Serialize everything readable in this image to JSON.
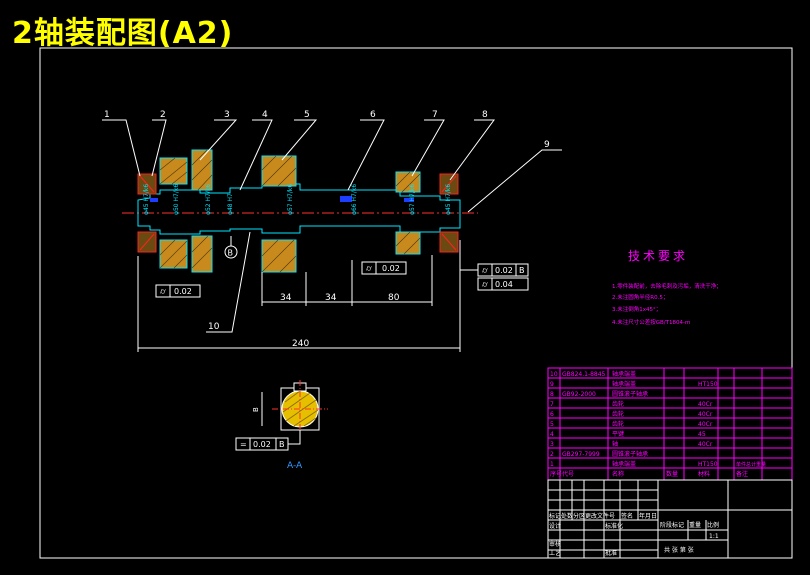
{
  "title": "2轴装配图(A2)",
  "balloons": [
    "1",
    "2",
    "3",
    "4",
    "5",
    "6",
    "7",
    "8",
    "9",
    "10"
  ],
  "dimensions": {
    "d34a": "34",
    "d34b": "34",
    "d80": "80",
    "d240": "240"
  },
  "tolerances": {
    "tol1": "0.02",
    "tol2": "0.02",
    "tol3": "0.02",
    "tol4": "0.04",
    "tol5": "0.02"
  },
  "datum": {
    "b": "B",
    "b2": "B"
  },
  "section_label": "A-A",
  "tech_requirements": {
    "heading": "技术要求",
    "items": [
      "1.零件装配前，去除毛刺及污垢，清洗干净；",
      "2.未注圆角半径R0.5；",
      "3.未注倒角1x45°；",
      "4.未注尺寸公差按GB/T1804-m"
    ]
  },
  "parts_table": {
    "rows": [
      {
        "no": "10",
        "code": "GB824.1-8845",
        "name": "轴承端盖",
        "qty": "",
        "material": "",
        "note": ""
      },
      {
        "no": "9",
        "code": "",
        "name": "轴承端盖",
        "qty": "",
        "material": "HT150",
        "note": ""
      },
      {
        "no": "8",
        "code": "GB92-2000",
        "name": "圆锥滚子轴承",
        "qty": "",
        "material": "",
        "note": ""
      },
      {
        "no": "7",
        "code": "",
        "name": "齿轮",
        "qty": "",
        "material": "40Cr",
        "note": ""
      },
      {
        "no": "6",
        "code": "",
        "name": "齿轮",
        "qty": "",
        "material": "40Cr",
        "note": ""
      },
      {
        "no": "5",
        "code": "",
        "name": "齿轮",
        "qty": "",
        "material": "40Cr",
        "note": ""
      },
      {
        "no": "4",
        "code": "",
        "name": "平键",
        "qty": "",
        "material": "45",
        "note": ""
      },
      {
        "no": "3",
        "code": "",
        "name": "轴",
        "qty": "",
        "material": "40Cr",
        "note": ""
      },
      {
        "no": "2",
        "code": "GB297-7999",
        "name": "圆锥滚子轴承",
        "qty": "",
        "material": "",
        "note": ""
      },
      {
        "no": "1",
        "code": "",
        "name": "轴承端盖",
        "qty": "",
        "material": "HT150",
        "note": ""
      }
    ],
    "header": {
      "no": "序号",
      "code": "代号",
      "name": "名称",
      "qty": "数量",
      "material": "材料",
      "note": "备注"
    },
    "header_extra": "单件总计重量"
  },
  "title_block": {
    "labels": [
      "标记",
      "处数",
      "分区",
      "更改文件号",
      "签名",
      "年月日"
    ],
    "design": "设计",
    "standard": "标准化",
    "review": "审核",
    "process": "工艺",
    "approve": "批准",
    "stage": "阶段标记",
    "weight": "重量",
    "scale": "比例",
    "scale_value": "1:1",
    "sheets": "共 张 第 张"
  }
}
